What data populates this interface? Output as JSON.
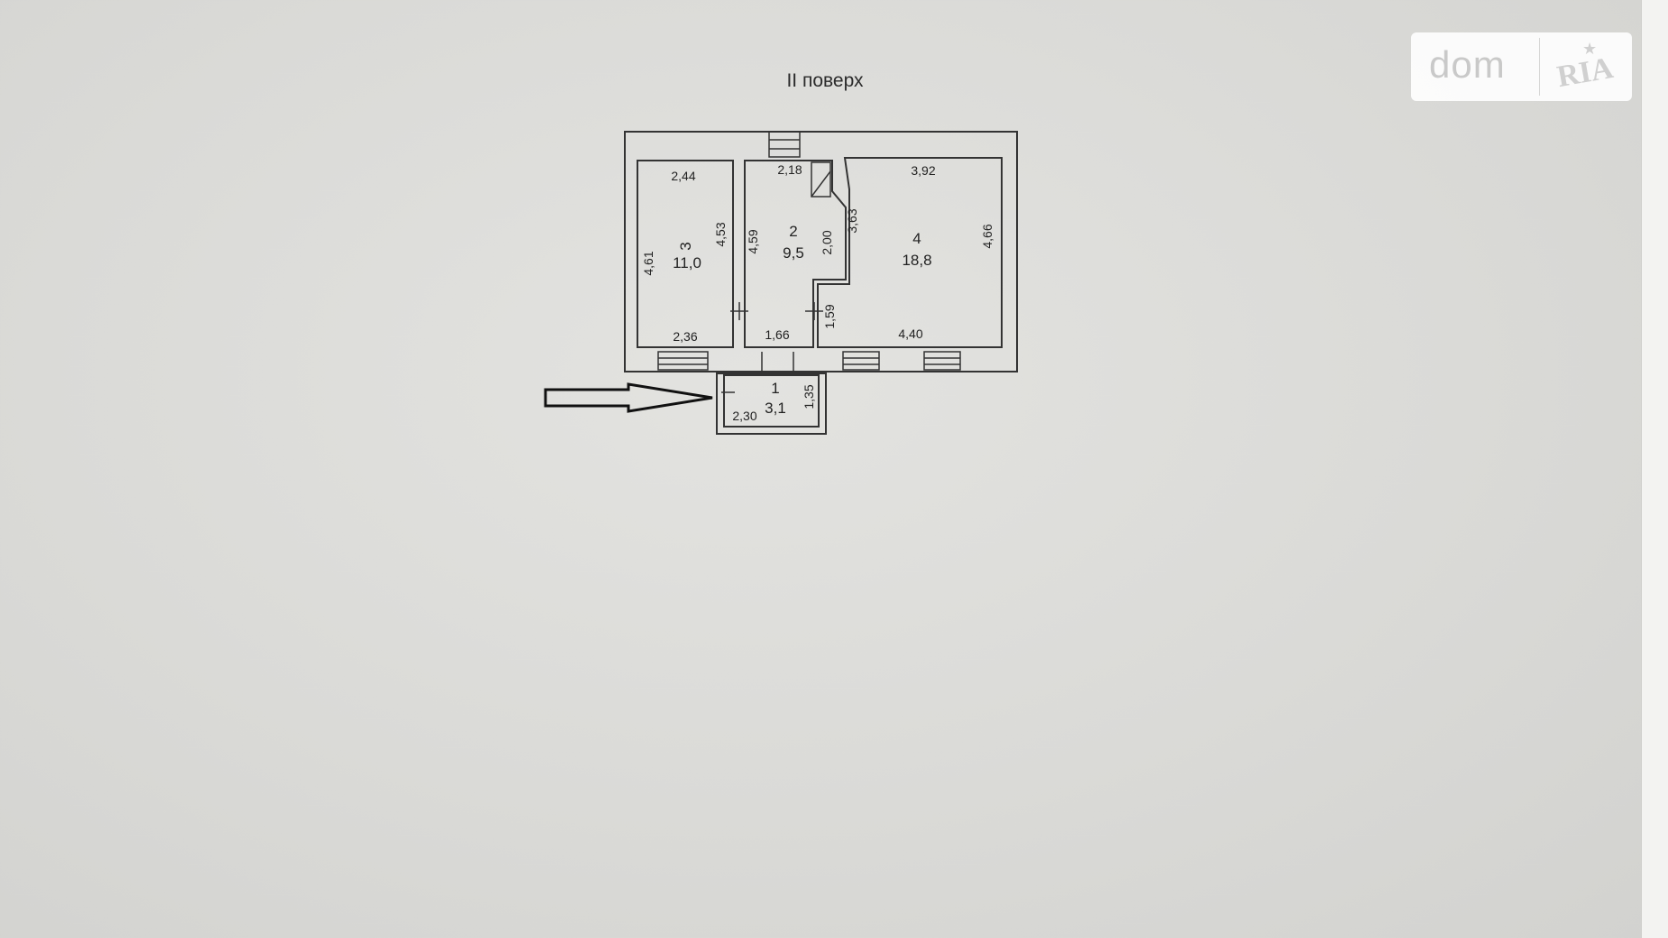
{
  "title": "II поверх",
  "logo": {
    "text_left": "dom",
    "text_right": "RIA"
  },
  "rooms": [
    {
      "number": "3",
      "area": "11,0",
      "dims": {
        "top": "2,44",
        "bottom": "2,36",
        "left": "4,61",
        "right": "4,53"
      }
    },
    {
      "number": "2",
      "area": "9,5",
      "dims": {
        "top": "2,18",
        "bottom": "1,66",
        "left": "4,59",
        "right_upper": "2,00",
        "right_lower": "1,59"
      }
    },
    {
      "number": "4",
      "area": "18,8",
      "dims": {
        "top": "3,92",
        "bottom": "4,40",
        "left": "3,63",
        "right": "4,66"
      }
    },
    {
      "number": "1",
      "area": "3,1",
      "dims": {
        "bottom": "2,30",
        "right": "1,35"
      }
    }
  ]
}
